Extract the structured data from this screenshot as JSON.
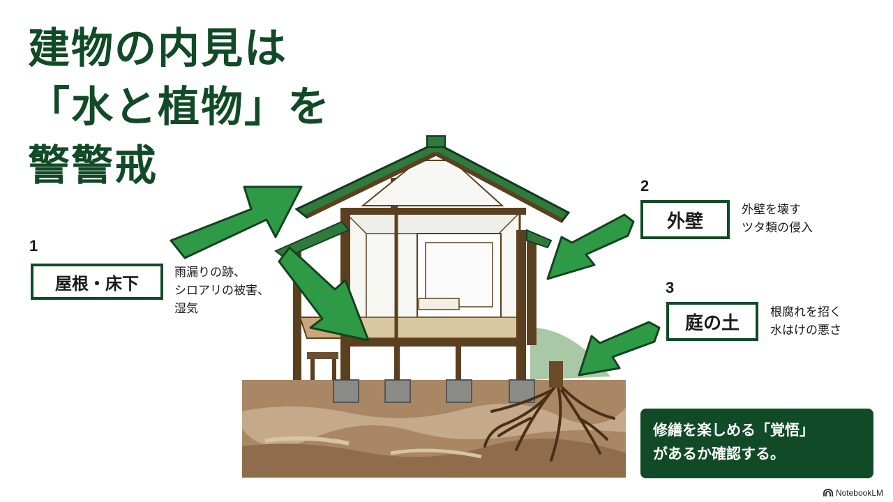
{
  "title": {
    "line1": "建物の内見は",
    "line2": "「水と植物」を",
    "line3": "警警戒"
  },
  "points": [
    {
      "number": "1",
      "label": "屋根・床下",
      "desc": [
        "雨漏りの跡、",
        "シロアリの被害、",
        "湿気"
      ]
    },
    {
      "number": "2",
      "label": "外壁",
      "desc": [
        "外壁を壊す",
        "ツタ類の侵入"
      ]
    },
    {
      "number": "3",
      "label": "庭の土",
      "desc": [
        "根腐れを招く",
        "水はけの悪さ"
      ]
    }
  ],
  "callout": {
    "line1": "修繕を楽しめる「覚悟」",
    "line2": "があるか確認する。"
  },
  "brand": {
    "name": "NotebookLM",
    "icon": "notebooklm-logo-icon"
  },
  "colors": {
    "dark_green": "#114a26",
    "arrow_green": "#2f9a46",
    "wood": "#5b4020",
    "soil": "#a98764"
  }
}
